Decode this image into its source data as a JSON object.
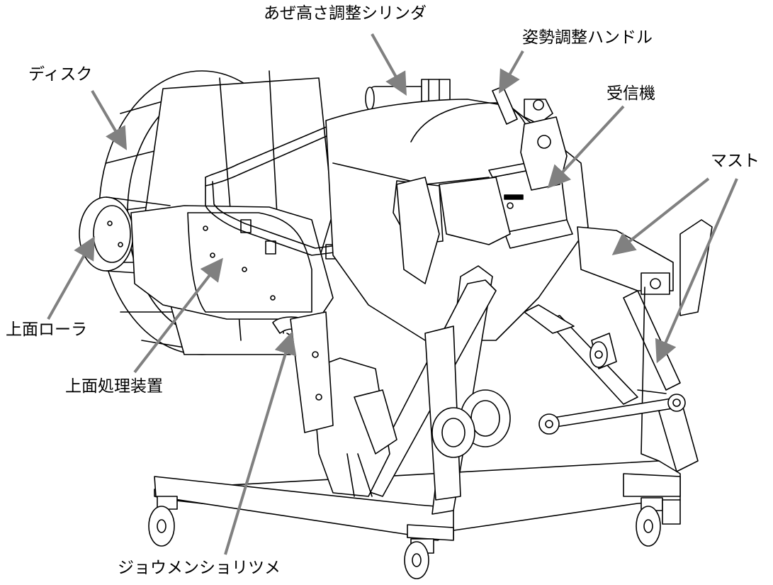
{
  "labels": {
    "aze_cylinder": "あぜ高さ調整シリンダ",
    "shisei_handle": "姿勢調整ハンドル",
    "disk": "ディスク",
    "receiver": "受信機",
    "mast": "マスト",
    "top_roller": "上面ローラ",
    "top_processing": "上面処理装置",
    "jouomen_tsume": "ジョウメンショリツメ"
  },
  "colors": {
    "line": "#000000",
    "arrow": "#808080",
    "fill": "#ffffff"
  }
}
